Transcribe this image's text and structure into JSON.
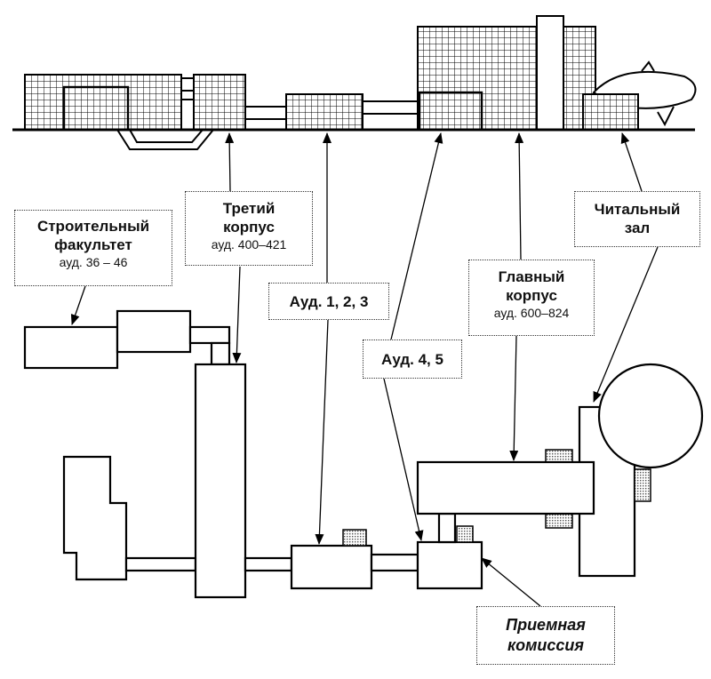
{
  "labels": {
    "construction": {
      "title_l1": "Строительный",
      "title_l2": "факультет",
      "rooms": "ауд. 36 – 46"
    },
    "third": {
      "title_l1": "Третий",
      "title_l2": "корпус",
      "rooms": "ауд. 400–421"
    },
    "aud123": {
      "title": "Ауд. 1, 2, 3"
    },
    "aud45": {
      "title": "Ауд. 4, 5"
    },
    "main": {
      "title_l1": "Главный",
      "title_l2": "корпус",
      "rooms": "ауд. 600–824"
    },
    "reading": {
      "title_l1": "Читальный",
      "title_l2": "зал"
    },
    "admission": {
      "title_l1": "Приемная",
      "title_l2": "комиссия"
    }
  }
}
